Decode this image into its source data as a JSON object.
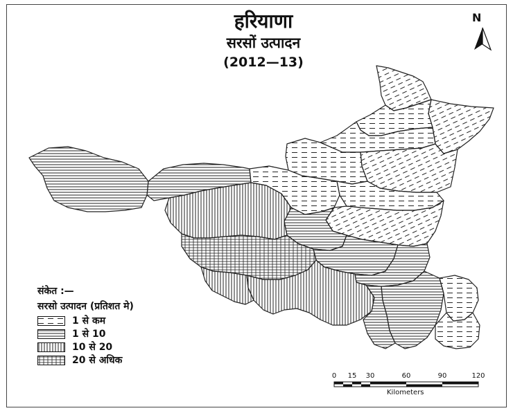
{
  "map": {
    "title": "हरियाणा",
    "subtitle": "सरसों उत्पादन",
    "period": "(2012—13)"
  },
  "north_arrow": {
    "label": "N"
  },
  "legend": {
    "heading": "संकेत :—",
    "subheading": "सरसो उत्पादन (प्रतिशत मे)",
    "classes": [
      {
        "label": "1 से कम",
        "pattern": "dashes"
      },
      {
        "label": "1 से 10",
        "pattern": "horizontal-lines"
      },
      {
        "label": "10 से 20",
        "pattern": "vertical-lines"
      },
      {
        "label": "20 से अधिक",
        "pattern": "grid"
      }
    ]
  },
  "scale_bar": {
    "ticks": [
      "0",
      "15",
      "30",
      "60",
      "90",
      "120"
    ],
    "unit": "Kilometers"
  },
  "colors": {
    "ink": "#111111",
    "frame": "#444444"
  }
}
